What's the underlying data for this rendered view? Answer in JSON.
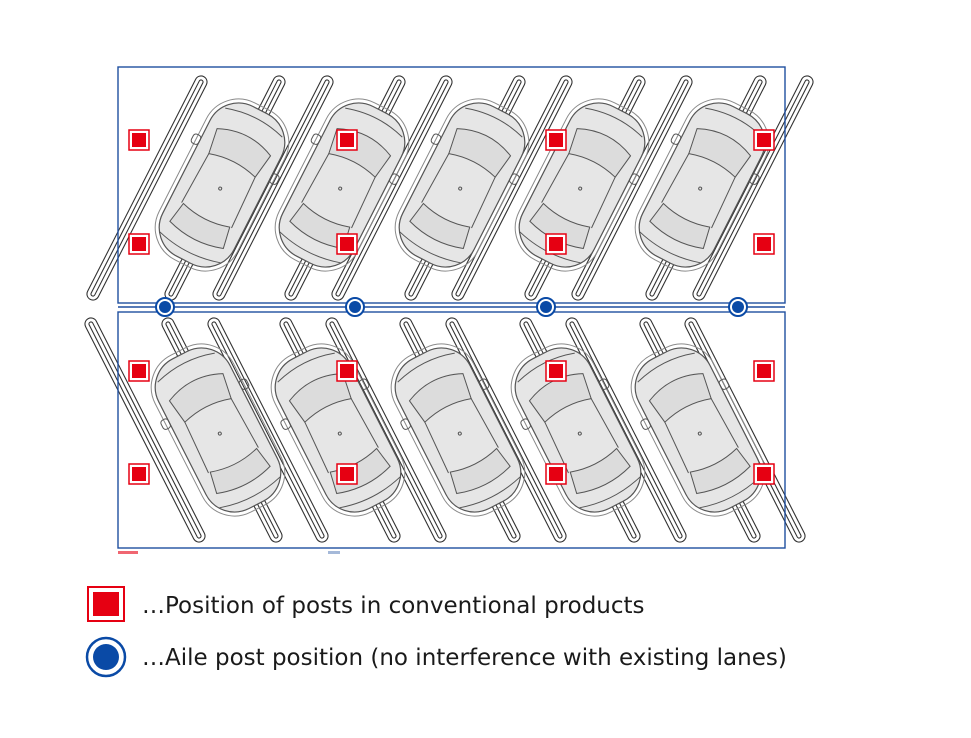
{
  "diagram": {
    "top_row_cars": 5,
    "bottom_row_cars": 5,
    "colors": {
      "frame": "#1f4fa0",
      "conventional_post": "#e60012",
      "aisle_post": "#0a4aa6",
      "lane": "#333333",
      "car_fill": "#e6e6e6"
    }
  },
  "legend": {
    "items": [
      {
        "icon": "red-square-icon",
        "label": "…Position of posts in conventional products"
      },
      {
        "icon": "blue-circle-icon",
        "label": "…Aile post position (no interference with existing lanes)"
      }
    ]
  }
}
